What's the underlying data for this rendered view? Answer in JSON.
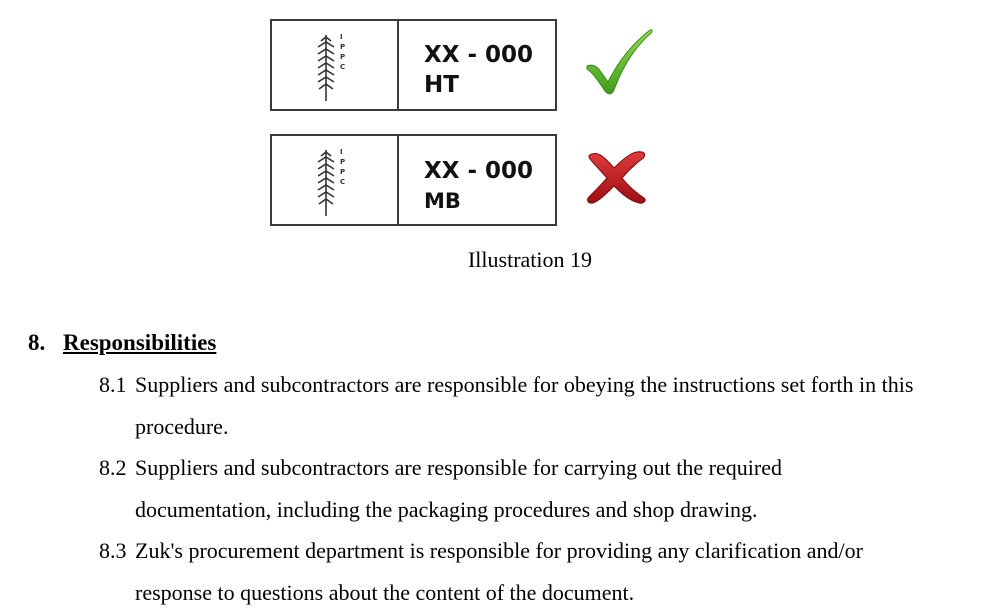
{
  "illustration": {
    "stamps": [
      {
        "logo_icon": "ippc-wheat-logo-icon",
        "code_line1": "XX - 000",
        "code_line2": "HT",
        "status_icon": "green-check-icon",
        "status_color": "#5fbf2a"
      },
      {
        "logo_icon": "ippc-wheat-logo-icon",
        "code_line1": "XX - 000",
        "code_line2": "MB",
        "status_icon": "red-cross-icon",
        "status_color": "#c2161c"
      }
    ],
    "logo_letters": [
      "I",
      "P",
      "P",
      "C"
    ],
    "caption": "Illustration 19"
  },
  "section": {
    "number": "8.",
    "title": "Responsibilities",
    "items": [
      {
        "number": "8.1",
        "line1": "Suppliers and subcontractors are responsible for obeying the instructions set forth in this",
        "line2": "procedure."
      },
      {
        "number": "8.2",
        "line1": "Suppliers and subcontractors are responsible for carrying out the required",
        "line2": "documentation, including the packaging procedures and shop drawing."
      },
      {
        "number": "8.3",
        "line1": "Zuk's procurement department is responsible for providing any clarification and/or",
        "line2": "response to questions about the content of the document."
      }
    ]
  }
}
